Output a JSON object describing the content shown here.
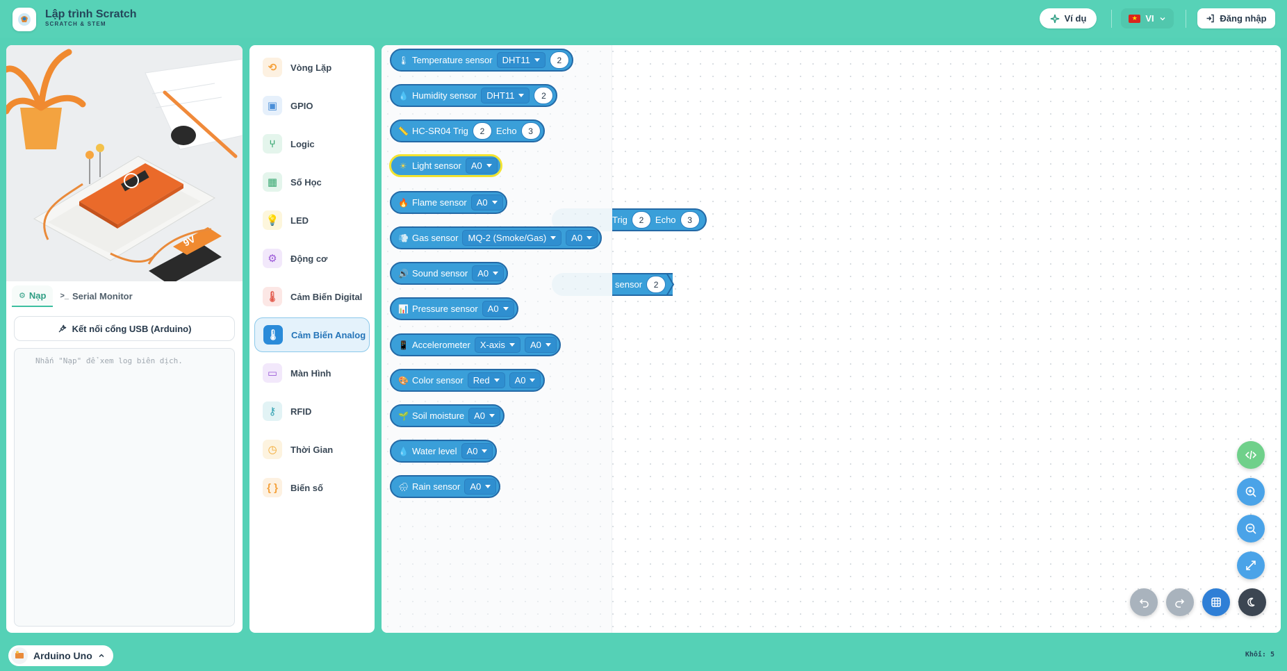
{
  "header": {
    "title": "Lập trình Scratch",
    "subtitle": "SCRATCH & STEM",
    "examples_label": "Ví dụ",
    "language_label": "VI",
    "login_label": "Đăng nhập"
  },
  "left_panel": {
    "tabs": [
      {
        "label": "Nạp",
        "active": true
      },
      {
        "label": "Serial Monitor",
        "active": false
      }
    ],
    "usb_button_label": "Kết nối cổng USB (Arduino)",
    "log_placeholder": "Nhấn \"Nạp\" để xem log biên dịch."
  },
  "categories": [
    {
      "label": "Vòng Lặp",
      "icon": "loop-icon",
      "color": "#f5a13a"
    },
    {
      "label": "GPIO",
      "icon": "chip-icon",
      "color": "#4b8fd8"
    },
    {
      "label": "Logic",
      "icon": "branch-icon",
      "color": "#3aa872"
    },
    {
      "label": "Số Học",
      "icon": "calculator-icon",
      "color": "#3aa872"
    },
    {
      "label": "LED",
      "icon": "lightbulb-icon",
      "color": "#f2c230"
    },
    {
      "label": "Động cơ",
      "icon": "gear-icon",
      "color": "#9b59d8"
    },
    {
      "label": "Cảm Biến Digital",
      "icon": "thermometer-icon",
      "color": "#e2584a"
    },
    {
      "label": "Cảm Biến Analog",
      "icon": "thermometer-icon",
      "color": "#2a8bd9",
      "active": true
    },
    {
      "label": "Màn Hình",
      "icon": "monitor-icon",
      "color": "#9b59d8"
    },
    {
      "label": "RFID",
      "icon": "key-icon",
      "color": "#2e9fb0"
    },
    {
      "label": "Thời Gian",
      "icon": "clock-icon",
      "color": "#f2a830"
    },
    {
      "label": "Biến số",
      "icon": "braces-icon",
      "color": "#f5a13a"
    }
  ],
  "flyout_blocks": [
    {
      "icon": "🌡",
      "label": "Temperature sensor",
      "dropdowns": [
        "DHT11"
      ],
      "inputs": [
        "2"
      ]
    },
    {
      "icon": "💧",
      "label": "Humidity sensor",
      "dropdowns": [
        "DHT11"
      ],
      "inputs": [
        "2"
      ]
    },
    {
      "icon": "📏",
      "label": "HC-SR04 Trig",
      "inputs": [
        "2"
      ],
      "label2": "Echo",
      "inputs2": [
        "3"
      ]
    },
    {
      "icon": "☀",
      "label": "Light sensor",
      "dropdowns": [
        "A0"
      ],
      "selected": true
    },
    {
      "icon": "🔥",
      "label": "Flame sensor",
      "dropdowns": [
        "A0"
      ]
    },
    {
      "icon": "💨",
      "label": "Gas sensor",
      "dropdowns": [
        "MQ-2 (Smoke/Gas)",
        "A0"
      ]
    },
    {
      "icon": "🔊",
      "label": "Sound sensor",
      "dropdowns": [
        "A0"
      ]
    },
    {
      "icon": "📊",
      "label": "Pressure sensor",
      "dropdowns": [
        "A0"
      ]
    },
    {
      "icon": "📱",
      "label": "Accelerometer",
      "dropdowns": [
        "X-axis",
        "A0"
      ]
    },
    {
      "icon": "🎨",
      "label": "Color sensor",
      "dropdowns": [
        "Red",
        "A0"
      ]
    },
    {
      "icon": "🌱",
      "label": "Soil moisture",
      "dropdowns": [
        "A0"
      ]
    },
    {
      "icon": "💧",
      "label": "Water level",
      "dropdowns": [
        "A0"
      ]
    },
    {
      "icon": "🌧",
      "label": "Rain sensor",
      "dropdowns": [
        "A0"
      ]
    }
  ],
  "canvas_blocks": {
    "trig_block": {
      "label": "Trig",
      "trig_value": "2",
      "echo_label": "Echo",
      "echo_value": "3"
    },
    "sensor_block": {
      "label": "sensor",
      "value": "2"
    }
  },
  "footer": {
    "board_name": "Arduino Uno",
    "block_count": "Khối: 5"
  },
  "colors": {
    "accent": "#55d1b6",
    "block_blue": "#3a9fd9",
    "block_border": "#2369a6",
    "selected_outline": "#f2e330"
  }
}
